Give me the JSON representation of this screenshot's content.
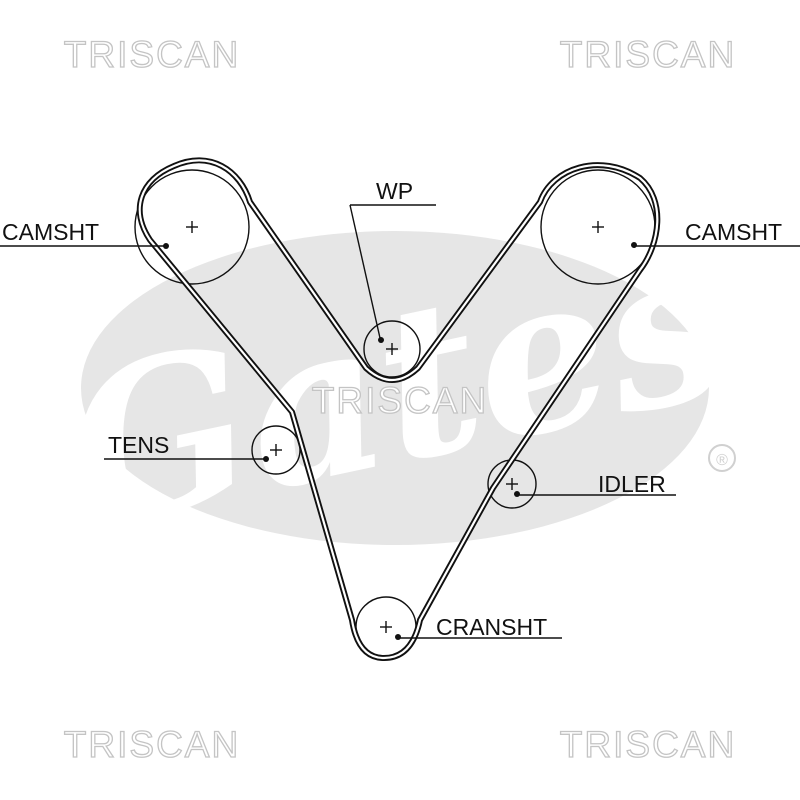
{
  "watermark": {
    "brand": "TRISCAN",
    "logo_text": "Gates",
    "registered_mark": "®",
    "color": "#c4c4c4",
    "logo_fill": "#e6e6e6"
  },
  "labels": {
    "camsht_left": "CAMSHT",
    "camsht_right": "CAMSHT",
    "wp": "WP",
    "tens": "TENS",
    "idler": "IDLER",
    "cransht": "CRANSHT"
  },
  "colors": {
    "belt": "#111111",
    "line": "#111111",
    "background": "#ffffff"
  }
}
